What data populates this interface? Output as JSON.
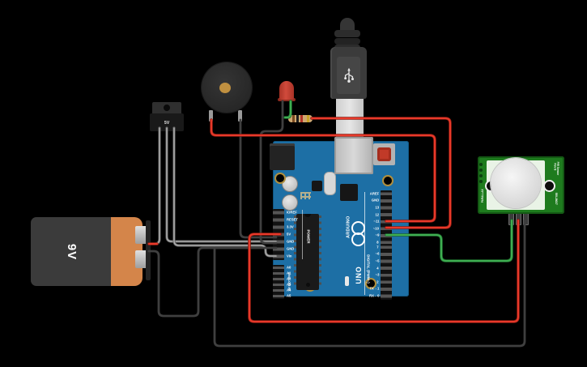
{
  "canvas": {
    "background": "#000000"
  },
  "components": {
    "battery": {
      "label": "9V"
    },
    "voltage_regulator": {
      "label": "5V"
    },
    "arduino": {
      "brand": "ARDUINO",
      "model": "UNO",
      "section_labels": {
        "power": "POWER",
        "analog": "ANALOG IN",
        "digital": "DIGITAL (PWM~)"
      },
      "pins": {
        "left_power": [
          "IOREF",
          "RESET",
          "3.3V",
          "5V",
          "GND",
          "GND",
          "Vin"
        ],
        "left_analog": [
          "A0",
          "A1",
          "A2",
          "A3",
          "A4",
          "A5"
        ],
        "right_digital_top": [
          "AREF",
          "GND",
          "13",
          "12",
          "~11",
          "~10",
          "~9",
          "8"
        ],
        "right_digital_bottom": [
          "7",
          "~6",
          "~5",
          "4",
          "~3",
          "2",
          "TX→1",
          "RX←0"
        ]
      }
    },
    "pir_sensor": {
      "title_line1": "PIR Sensor",
      "title_line2": "Rev B",
      "part_number": "555-28027",
      "brand": "PARALLAX"
    }
  },
  "colors": {
    "bg": "#000000",
    "board-blue": "#1d6fa5",
    "pir-green": "#1e7b1e",
    "wire-red": "#e8392a",
    "wire-green": "#3fae52",
    "wire-dark": "#3f3f3f",
    "wire-gray": "#ababab",
    "battery-orange": "#d4854a",
    "led-red": "#c0392b"
  }
}
